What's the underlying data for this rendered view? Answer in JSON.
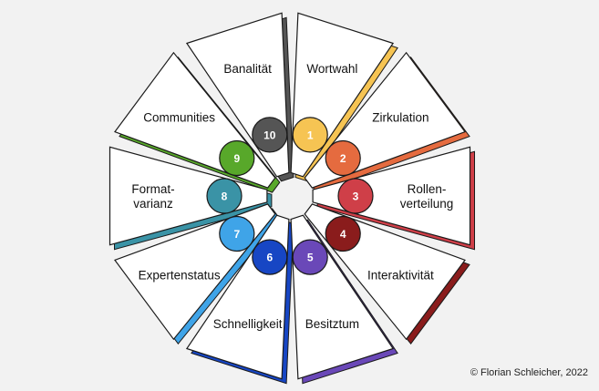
{
  "copyright": "© Florian Schleicher, 2022",
  "segments": [
    {
      "number": "1",
      "label": [
        "Wortwahl"
      ],
      "color": "#f6c453"
    },
    {
      "number": "2",
      "label": [
        "Zirkulation"
      ],
      "color": "#e56b3f"
    },
    {
      "number": "3",
      "label": [
        "Rollen-",
        "verteilung"
      ],
      "color": "#cf3f48"
    },
    {
      "number": "4",
      "label": [
        "Interaktivität"
      ],
      "color": "#8a1c1c"
    },
    {
      "number": "5",
      "label": [
        "Besitztum"
      ],
      "color": "#6a48b8"
    },
    {
      "number": "6",
      "label": [
        "Schnelligkeit"
      ],
      "color": "#1746c4"
    },
    {
      "number": "7",
      "label": [
        "Expertenstatus"
      ],
      "color": "#3fa4e8"
    },
    {
      "number": "8",
      "label": [
        "Format-",
        "varianz"
      ],
      "color": "#3a93a6"
    },
    {
      "number": "9",
      "label": [
        "Communities"
      ],
      "color": "#58a82a"
    },
    {
      "number": "10",
      "label": [
        "Banalität"
      ],
      "color": "#555555"
    }
  ]
}
